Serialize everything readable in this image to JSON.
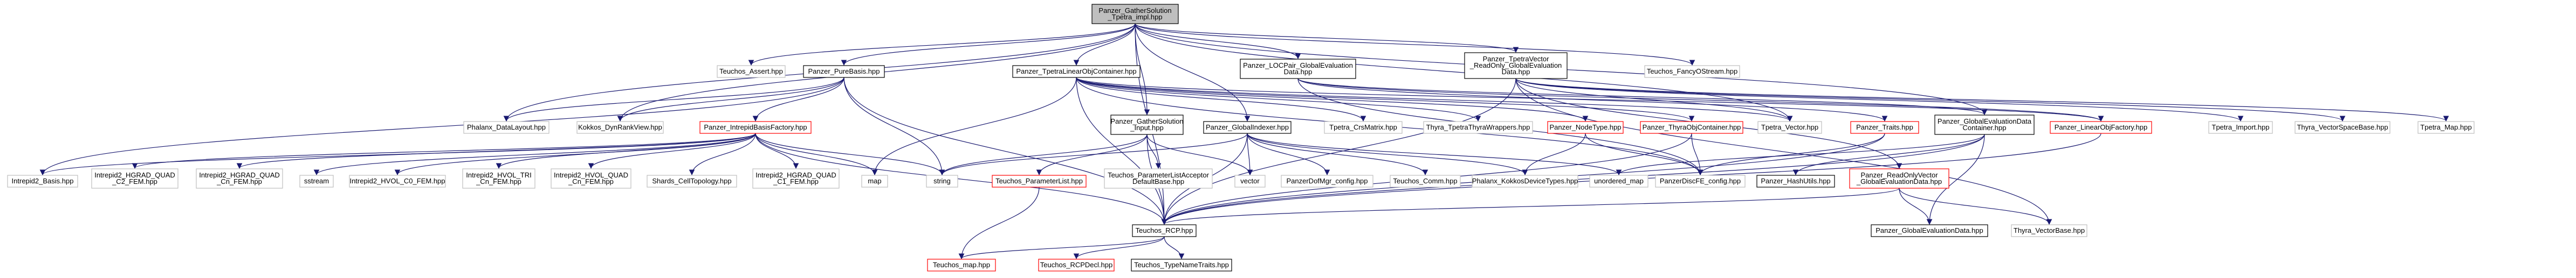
{
  "colors": {
    "root_fill": "#bfbfbf",
    "node_stroke_normal": "#bfbfbf",
    "node_stroke_link": "#000000",
    "node_stroke_missing": "#ff0000",
    "edge": "#191970"
  },
  "nodes": [
    {
      "id": "root",
      "lines": [
        "Panzer_GatherSolution",
        "_Tpetra_impl.hpp"
      ],
      "kind": "root"
    },
    {
      "id": "teuchos_assert",
      "lines": [
        "Teuchos_Assert.hpp"
      ],
      "kind": "normal"
    },
    {
      "id": "pure_basis",
      "lines": [
        "Panzer_PureBasis.hpp"
      ],
      "kind": "link"
    },
    {
      "id": "tpetra_linobj",
      "lines": [
        "Panzer_TpetraLinearObjContainer.hpp"
      ],
      "kind": "link"
    },
    {
      "id": "locpair",
      "lines": [
        "Panzer_LOCPair_GlobalEvaluation",
        "Data.hpp"
      ],
      "kind": "link"
    },
    {
      "id": "tpetra_vector_ro",
      "lines": [
        "Panzer_TpetraVector",
        "_ReadOnly_GlobalEvaluation",
        "Data.hpp"
      ],
      "kind": "link"
    },
    {
      "id": "fancy_ostream",
      "lines": [
        "Teuchos_FancyOStream.hpp"
      ],
      "kind": "normal"
    },
    {
      "id": "phalanx_layout",
      "lines": [
        "Phalanx_DataLayout.hpp"
      ],
      "kind": "normal"
    },
    {
      "id": "kokkos_dynrank",
      "lines": [
        "Kokkos_DynRankView.hpp"
      ],
      "kind": "normal"
    },
    {
      "id": "intrepid_factory",
      "lines": [
        "Panzer_IntrepidBasisFactory.hpp"
      ],
      "kind": "missing"
    },
    {
      "id": "gather_input",
      "lines": [
        "Panzer_GatherSolution",
        "_Input.hpp"
      ],
      "kind": "link"
    },
    {
      "id": "global_indexer",
      "lines": [
        "Panzer_GlobalIndexer.hpp"
      ],
      "kind": "link"
    },
    {
      "id": "tpetra_crsmatrix",
      "lines": [
        "Tpetra_CrsMatrix.hpp"
      ],
      "kind": "normal"
    },
    {
      "id": "thyra_tpetra_wrappers",
      "lines": [
        "Thyra_TpetraThyraWrappers.hpp"
      ],
      "kind": "normal"
    },
    {
      "id": "node_type",
      "lines": [
        "Panzer_NodeType.hpp"
      ],
      "kind": "missing"
    },
    {
      "id": "thyra_obj_container",
      "lines": [
        "Panzer_ThyraObjContainer.hpp"
      ],
      "kind": "missing"
    },
    {
      "id": "tpetra_vector",
      "lines": [
        "Tpetra_Vector.hpp"
      ],
      "kind": "normal"
    },
    {
      "id": "traits",
      "lines": [
        "Panzer_Traits.hpp"
      ],
      "kind": "missing"
    },
    {
      "id": "ged_container",
      "lines": [
        "Panzer_GlobalEvaluationData",
        "Container.hpp"
      ],
      "kind": "link"
    },
    {
      "id": "linobj_factory",
      "lines": [
        "Panzer_LinearObjFactory.hpp"
      ],
      "kind": "missing"
    },
    {
      "id": "tpetra_import",
      "lines": [
        "Tpetra_Import.hpp"
      ],
      "kind": "normal"
    },
    {
      "id": "thyra_vsb",
      "lines": [
        "Thyra_VectorSpaceBase.hpp"
      ],
      "kind": "normal"
    },
    {
      "id": "tpetra_map",
      "lines": [
        "Tpetra_Map.hpp"
      ],
      "kind": "normal"
    },
    {
      "id": "intrepid2_basis",
      "lines": [
        "Intrepid2_Basis.hpp"
      ],
      "kind": "normal"
    },
    {
      "id": "hgrad_quad_c2",
      "lines": [
        "Intrepid2_HGRAD_QUAD",
        "_C2_FEM.hpp"
      ],
      "kind": "normal"
    },
    {
      "id": "hgrad_quad_cn",
      "lines": [
        "Intrepid2_HGRAD_QUAD",
        "_Cn_FEM.hpp"
      ],
      "kind": "normal"
    },
    {
      "id": "sstream",
      "lines": [
        "sstream"
      ],
      "kind": "normal"
    },
    {
      "id": "hvol_c0",
      "lines": [
        "Intrepid2_HVOL_C0_FEM.hpp"
      ],
      "kind": "normal"
    },
    {
      "id": "hvol_tri_cn",
      "lines": [
        "Intrepid2_HVOL_TRI",
        "_Cn_FEM.hpp"
      ],
      "kind": "normal"
    },
    {
      "id": "hvol_quad_cn",
      "lines": [
        "Intrepid2_HVOL_QUAD",
        "_Cn_FEM.hpp"
      ],
      "kind": "normal"
    },
    {
      "id": "shards",
      "lines": [
        "Shards_CellTopology.hpp"
      ],
      "kind": "normal"
    },
    {
      "id": "hgrad_quad_c1",
      "lines": [
        "Intrepid2_HGRAD_QUAD",
        "_C1_FEM.hpp"
      ],
      "kind": "normal"
    },
    {
      "id": "map",
      "lines": [
        "map"
      ],
      "kind": "normal"
    },
    {
      "id": "string",
      "lines": [
        "string"
      ],
      "kind": "normal"
    },
    {
      "id": "teuchos_plist",
      "lines": [
        "Teuchos_ParameterList.hpp"
      ],
      "kind": "missing"
    },
    {
      "id": "teuchos_plist_acceptor",
      "lines": [
        "Teuchos_ParameterListAcceptor",
        "DefaultBase.hpp"
      ],
      "kind": "normal"
    },
    {
      "id": "vector",
      "lines": [
        "vector"
      ],
      "kind": "normal"
    },
    {
      "id": "dofmgr_config",
      "lines": [
        "PanzerDofMgr_config.hpp"
      ],
      "kind": "normal"
    },
    {
      "id": "teuchos_comm",
      "lines": [
        "Teuchos_Comm.hpp"
      ],
      "kind": "normal"
    },
    {
      "id": "phalanx_kokkos",
      "lines": [
        "Phalanx_KokkosDeviceTypes.hpp"
      ],
      "kind": "normal"
    },
    {
      "id": "unordered_map",
      "lines": [
        "unordered_map"
      ],
      "kind": "normal"
    },
    {
      "id": "discfe_config",
      "lines": [
        "PanzerDiscFE_config.hpp"
      ],
      "kind": "normal"
    },
    {
      "id": "hash_utils",
      "lines": [
        "Panzer_HashUtils.hpp"
      ],
      "kind": "link"
    },
    {
      "id": "ro_vector",
      "lines": [
        "Panzer_ReadOnlyVector",
        "_GlobalEvaluationData.hpp"
      ],
      "kind": "missing"
    },
    {
      "id": "global_eval_data",
      "lines": [
        "Panzer_GlobalEvaluationData.hpp"
      ],
      "kind": "link"
    },
    {
      "id": "thyra_vector_base",
      "lines": [
        "Thyra_VectorBase.hpp"
      ],
      "kind": "normal"
    },
    {
      "id": "teuchos_rcp",
      "lines": [
        "Teuchos_RCP.hpp"
      ],
      "kind": "link"
    },
    {
      "id": "teuchos_map",
      "lines": [
        "Teuchos_map.hpp"
      ],
      "kind": "missing"
    },
    {
      "id": "teuchos_rcpdecl",
      "lines": [
        "Teuchos_RCPDecl.hpp"
      ],
      "kind": "missing"
    },
    {
      "id": "teuchos_typename",
      "lines": [
        "Teuchos_TypeNameTraits.hpp"
      ],
      "kind": "link"
    }
  ],
  "edges": [
    [
      "root",
      "teuchos_assert"
    ],
    [
      "root",
      "pure_basis"
    ],
    [
      "root",
      "tpetra_linobj"
    ],
    [
      "root",
      "locpair"
    ],
    [
      "root",
      "tpetra_vector_ro"
    ],
    [
      "root",
      "fancy_ostream"
    ],
    [
      "root",
      "gather_input"
    ],
    [
      "root",
      "global_indexer"
    ],
    [
      "root",
      "ged_container"
    ],
    [
      "root",
      "tpetra_vector"
    ],
    [
      "root",
      "phalanx_layout"
    ],
    [
      "root",
      "kokkos_dynrank"
    ],
    [
      "root",
      "teuchos_rcp"
    ],
    [
      "pure_basis",
      "phalanx_layout"
    ],
    [
      "pure_basis",
      "kokkos_dynrank"
    ],
    [
      "pure_basis",
      "intrepid_factory"
    ],
    [
      "pure_basis",
      "teuchos_rcp"
    ],
    [
      "pure_basis",
      "string"
    ],
    [
      "pure_basis",
      "intrepid2_basis"
    ],
    [
      "intrepid_factory",
      "intrepid2_basis"
    ],
    [
      "intrepid_factory",
      "hgrad_quad_c2"
    ],
    [
      "intrepid_factory",
      "hgrad_quad_cn"
    ],
    [
      "intrepid_factory",
      "sstream"
    ],
    [
      "intrepid_factory",
      "hvol_c0"
    ],
    [
      "intrepid_factory",
      "hvol_tri_cn"
    ],
    [
      "intrepid_factory",
      "hvol_quad_cn"
    ],
    [
      "intrepid_factory",
      "shards"
    ],
    [
      "intrepid_factory",
      "hgrad_quad_c1"
    ],
    [
      "intrepid_factory",
      "map"
    ],
    [
      "intrepid_factory",
      "string"
    ],
    [
      "intrepid_factory",
      "teuchos_rcp"
    ],
    [
      "tpetra_linobj",
      "tpetra_crsmatrix"
    ],
    [
      "tpetra_linobj",
      "thyra_tpetra_wrappers"
    ],
    [
      "tpetra_linobj",
      "node_type"
    ],
    [
      "tpetra_linobj",
      "thyra_obj_container"
    ],
    [
      "tpetra_linobj",
      "tpetra_vector"
    ],
    [
      "tpetra_linobj",
      "linobj_factory"
    ],
    [
      "tpetra_linobj",
      "teuchos_rcp"
    ],
    [
      "tpetra_linobj",
      "map"
    ],
    [
      "tpetra_linobj",
      "discfe_config"
    ],
    [
      "locpair",
      "traits"
    ],
    [
      "locpair",
      "linobj_factory"
    ],
    [
      "locpair",
      "ged_container"
    ],
    [
      "locpair",
      "discfe_config"
    ],
    [
      "tpetra_vector_ro",
      "tpetra_import"
    ],
    [
      "tpetra_vector_ro",
      "thyra_vsb"
    ],
    [
      "tpetra_vector_ro",
      "tpetra_map"
    ],
    [
      "tpetra_vector_ro",
      "ro_vector"
    ],
    [
      "tpetra_vector_ro",
      "thyra_vector_base"
    ],
    [
      "tpetra_vector_ro",
      "teuchos_rcp"
    ],
    [
      "tpetra_vector_ro",
      "tpetra_vector"
    ],
    [
      "gather_input",
      "string"
    ],
    [
      "gather_input",
      "teuchos_plist"
    ],
    [
      "gather_input",
      "teuchos_plist_acceptor"
    ],
    [
      "gather_input",
      "vector"
    ],
    [
      "gather_input",
      "teuchos_rcp"
    ],
    [
      "global_indexer",
      "string"
    ],
    [
      "global_indexer",
      "vector"
    ],
    [
      "global_indexer",
      "dofmgr_config"
    ],
    [
      "global_indexer",
      "teuchos_comm"
    ],
    [
      "global_indexer",
      "phalanx_kokkos"
    ],
    [
      "global_indexer",
      "unordered_map"
    ],
    [
      "global_indexer",
      "teuchos_rcp"
    ],
    [
      "node_type",
      "phalanx_kokkos"
    ],
    [
      "node_type",
      "discfe_config"
    ],
    [
      "thyra_obj_container",
      "teuchos_rcp"
    ],
    [
      "thyra_obj_container",
      "discfe_config"
    ],
    [
      "traits",
      "discfe_config"
    ],
    [
      "traits",
      "teuchos_rcp"
    ],
    [
      "ged_container",
      "unordered_map"
    ],
    [
      "ged_container",
      "hash_utils"
    ],
    [
      "ged_container",
      "global_eval_data"
    ],
    [
      "ged_container",
      "teuchos_rcp"
    ],
    [
      "linobj_factory",
      "teuchos_rcp"
    ],
    [
      "ro_vector",
      "global_eval_data"
    ],
    [
      "ro_vector",
      "thyra_vector_base"
    ],
    [
      "ro_vector",
      "teuchos_rcp"
    ],
    [
      "teuchos_plist",
      "teuchos_map"
    ],
    [
      "teuchos_rcp",
      "teuchos_map"
    ],
    [
      "teuchos_rcp",
      "teuchos_rcpdecl"
    ],
    [
      "teuchos_rcp",
      "teuchos_typename"
    ]
  ]
}
